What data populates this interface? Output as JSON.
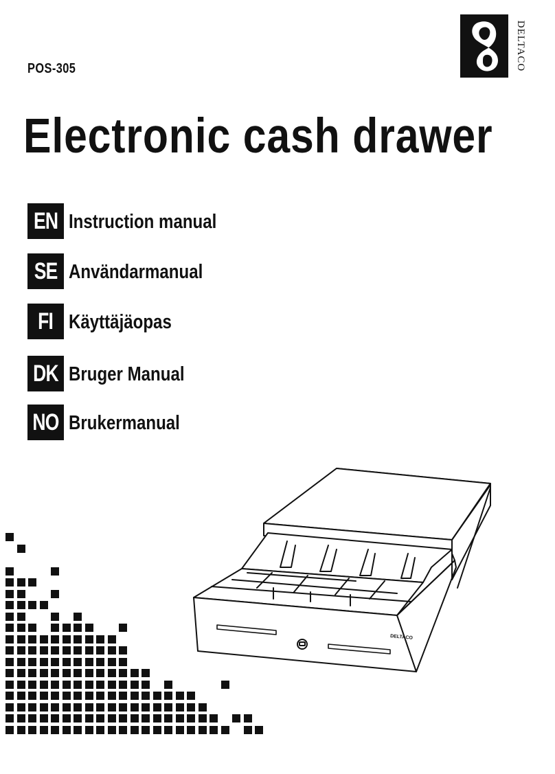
{
  "document": {
    "model": "POS-305",
    "title": "Electronic cash drawer",
    "brand_logo": "DELTACO",
    "languages": [
      {
        "code": "EN",
        "label": "Instruction manual"
      },
      {
        "code": "SE",
        "label": "Användarmanual"
      },
      {
        "code": "FI",
        "label": "Käyttäjäopas"
      },
      {
        "code": "DK",
        "label": "Bruger Manual"
      },
      {
        "code": "NO",
        "label": "Brukermanual"
      }
    ],
    "drawer_brand_label": "DELTACO"
  },
  "icons": {
    "logo": "deltaco-logo-icon",
    "illustration": "cash-drawer-illustration",
    "decoration": "pixel-squares-pattern"
  }
}
